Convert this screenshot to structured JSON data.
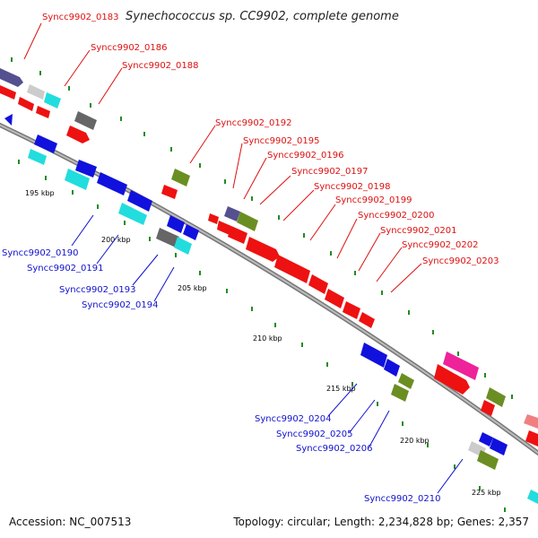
{
  "title": "Synechococcus sp. CC9902, complete genome",
  "footer": {
    "accession": "Accession: NC_007513",
    "info": "Topology: circular; Length: 2,234,828 bp; Genes: 2,357"
  },
  "scale_labels": [
    "195 kbp",
    "200 kbp",
    "205 kbp",
    "210 kbp",
    "215 kbp",
    "220 kbp",
    "225 kbp"
  ],
  "top_labels": [
    "Syncc9902_0183",
    "Syncc9902_0186",
    "Syncc9902_0188",
    "Syncc9902_0192",
    "Syncc9902_0195",
    "Syncc9902_0196",
    "Syncc9902_0197",
    "Syncc9902_0198",
    "Syncc9902_0199",
    "Syncc9902_0200",
    "Syncc9902_0201",
    "Syncc9902_0202",
    "Syncc9902_0203"
  ],
  "bottom_labels": [
    "Syncc9902_0190",
    "Syncc9902_0191",
    "Syncc9902_0193",
    "Syncc9902_0194",
    "Syncc9902_0204",
    "Syncc9902_0205",
    "Syncc9902_0206",
    "Syncc9902_0210"
  ],
  "colors": {
    "forward_gene": "#ee1111",
    "reverse_gene": "#1111dd",
    "cyan_gene": "#22dddd",
    "olive_gene": "#6b8e23",
    "gray_gene": "#666666",
    "purple_gene": "#55508f",
    "pink_gene": "#ee2299",
    "tick_green": "#228b22"
  }
}
